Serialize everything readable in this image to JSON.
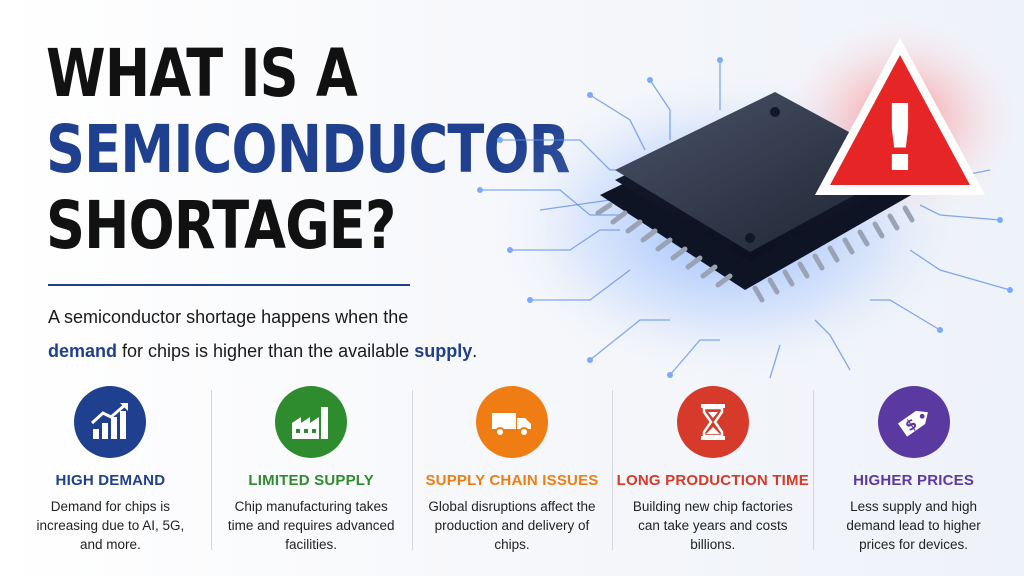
{
  "title": {
    "line1": "WHAT IS A",
    "line2": "SEMICONDUCTOR",
    "line3": "SHORTAGE?"
  },
  "subtitle": {
    "line1": "A semiconductor shortage happens when the",
    "highlight1": "demand",
    "mid": " for chips is higher than the available ",
    "highlight2": "supply",
    "end": "."
  },
  "hero": {
    "chip_icon": "microchip-icon",
    "warning_icon": "warning-triangle-icon",
    "warning_glyph": "!"
  },
  "features": [
    {
      "icon": "bar-chart-up-icon",
      "title": "HIGH DEMAND",
      "description": "Demand for chips is increasing due to AI, 5G, and more.",
      "color": "#1f3f8f"
    },
    {
      "icon": "factory-icon",
      "title": "LIMITED SUPPLY",
      "description": "Chip manufacturing takes time and requires advanced facilities.",
      "color": "#2e8b2e"
    },
    {
      "icon": "truck-icon",
      "title": "SUPPLY CHAIN ISSUES",
      "description": "Global disruptions affect the production and delivery of chips.",
      "color": "#f07d13"
    },
    {
      "icon": "hourglass-icon",
      "title": "LONG PRODUCTION TIME",
      "description": "Building new chip factories can take years and costs billions.",
      "color": "#d63a2a"
    },
    {
      "icon": "price-tag-icon",
      "title": "HIGHER PRICES",
      "description": "Less supply and high demand lead to higher prices for devices.",
      "color": "#5a3aa0"
    }
  ]
}
